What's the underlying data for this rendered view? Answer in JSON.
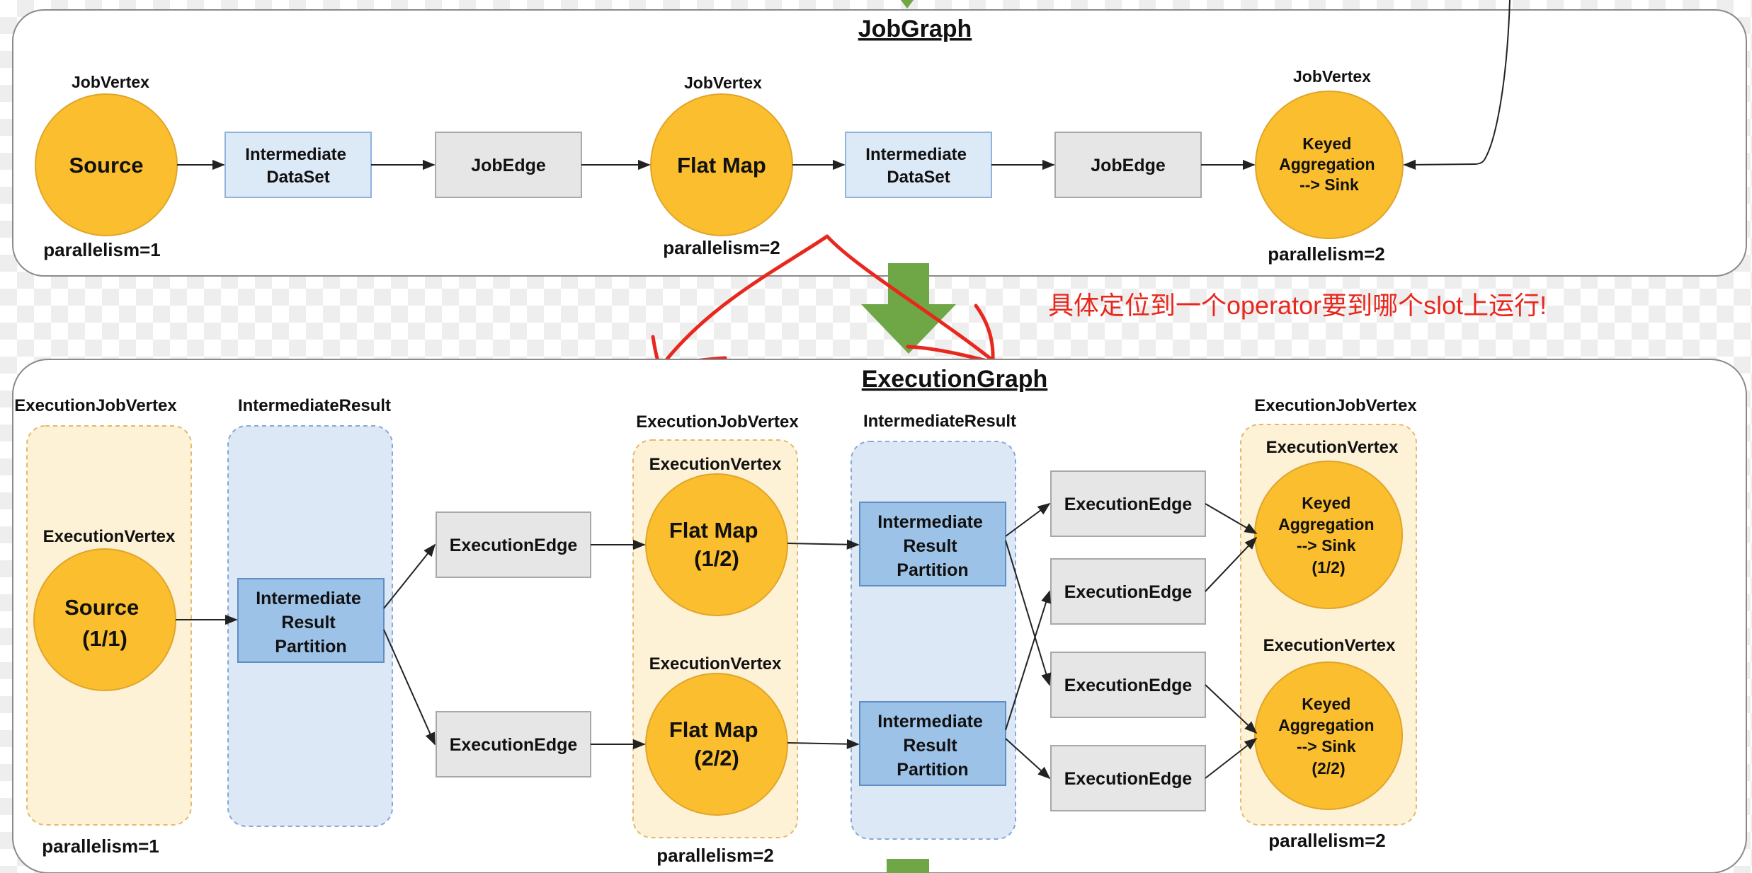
{
  "job_graph": {
    "title": "JobGraph",
    "vertex_header": "JobVertex",
    "source_label": "Source",
    "flatmap_label": "Flat Map",
    "sink_label_lines": [
      "Keyed",
      "Aggregation",
      "--> Sink"
    ],
    "dataset_label_lines": [
      "Intermediate",
      "DataSet"
    ],
    "edge_label": "JobEdge",
    "parallelism_1": "parallelism=1",
    "parallelism_2": "parallelism=2"
  },
  "annotation": {
    "text": "具体定位到一个operator要到哪个slot上运行!"
  },
  "execution_graph": {
    "title": "ExecutionGraph",
    "job_vertex_header": "ExecutionJobVertex",
    "result_header": "IntermediateResult",
    "vertex_header": "ExecutionVertex",
    "source_lines": [
      "Source",
      "(1/1)"
    ],
    "flatmap_1_lines": [
      "Flat Map",
      "(1/2)"
    ],
    "flatmap_2_lines": [
      "Flat Map",
      "(2/2)"
    ],
    "sink_1_lines": [
      "Keyed",
      "Aggregation",
      "--> Sink",
      "(1/2)"
    ],
    "sink_2_lines": [
      "Keyed",
      "Aggregation",
      "--> Sink",
      "(2/2)"
    ],
    "partition_lines": [
      "Intermediate",
      "Result",
      "Partition"
    ],
    "edge_label": "ExecutionEdge",
    "parallelism_1": "parallelism=1",
    "parallelism_2": "parallelism=2"
  },
  "colors": {
    "operator_fill": "#FBBE2E",
    "operator_stroke": "#E0A52A",
    "dataset_fill": "#DCE9F7",
    "dataset_stroke": "#8FB3DB",
    "partition_fill": "#9CC2E8",
    "edge_box_fill": "#E6E6E6",
    "group_yellow": "#FDF1D6",
    "group_blue": "#DCE8F5",
    "flow_arrow": "#6FA646",
    "annotation_red": "#E8281E"
  }
}
